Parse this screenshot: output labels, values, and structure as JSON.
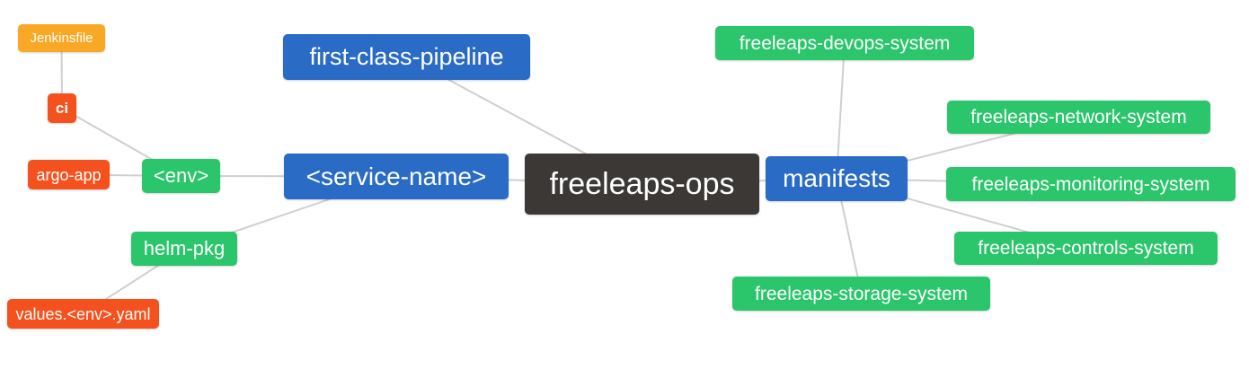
{
  "palette": {
    "green": "#2bc56b",
    "blue": "#2a6bc5",
    "dark": "#3b3836",
    "orange": "#f9a825",
    "red": "#f4511e",
    "edge": "#cfcfcf",
    "text": "#ffffff",
    "background": "#ffffff"
  },
  "mindmap": {
    "root_label": "freeleaps-ops",
    "nodes": [
      {
        "id": "jenkinsfile",
        "label": "Jenkinsfile",
        "color": "orange"
      },
      {
        "id": "ci",
        "label": "ci",
        "color": "red"
      },
      {
        "id": "argo-app",
        "label": "argo-app",
        "color": "red"
      },
      {
        "id": "env",
        "label": "<env>",
        "color": "green"
      },
      {
        "id": "helm-pkg",
        "label": "helm-pkg",
        "color": "green"
      },
      {
        "id": "values-env-yaml",
        "label": "values.<env>.yaml",
        "color": "red"
      },
      {
        "id": "first-class-pipeline",
        "label": "first-class-pipeline",
        "color": "blue"
      },
      {
        "id": "service-name",
        "label": "<service-name>",
        "color": "blue"
      },
      {
        "id": "freeleaps-ops",
        "label": "freeleaps-ops",
        "color": "dark"
      },
      {
        "id": "manifests",
        "label": "manifests",
        "color": "blue"
      },
      {
        "id": "freeleaps-devops-system",
        "label": "freeleaps-devops-system",
        "color": "green"
      },
      {
        "id": "freeleaps-network-system",
        "label": "freeleaps-network-system",
        "color": "green"
      },
      {
        "id": "freeleaps-monitoring-system",
        "label": "freeleaps-monitoring-system",
        "color": "green"
      },
      {
        "id": "freeleaps-controls-system",
        "label": "freeleaps-controls-system",
        "color": "green"
      },
      {
        "id": "freeleaps-storage-system",
        "label": "freeleaps-storage-system",
        "color": "green"
      }
    ],
    "edges": [
      [
        "jenkinsfile",
        "ci"
      ],
      [
        "ci",
        "env"
      ],
      [
        "argo-app",
        "env"
      ],
      [
        "env",
        "service-name"
      ],
      [
        "helm-pkg",
        "service-name"
      ],
      [
        "values-env-yaml",
        "helm-pkg"
      ],
      [
        "first-class-pipeline",
        "freeleaps-ops"
      ],
      [
        "service-name",
        "freeleaps-ops"
      ],
      [
        "freeleaps-ops",
        "manifests"
      ],
      [
        "manifests",
        "freeleaps-devops-system"
      ],
      [
        "manifests",
        "freeleaps-network-system"
      ],
      [
        "manifests",
        "freeleaps-monitoring-system"
      ],
      [
        "manifests",
        "freeleaps-controls-system"
      ],
      [
        "manifests",
        "freeleaps-storage-system"
      ]
    ]
  }
}
